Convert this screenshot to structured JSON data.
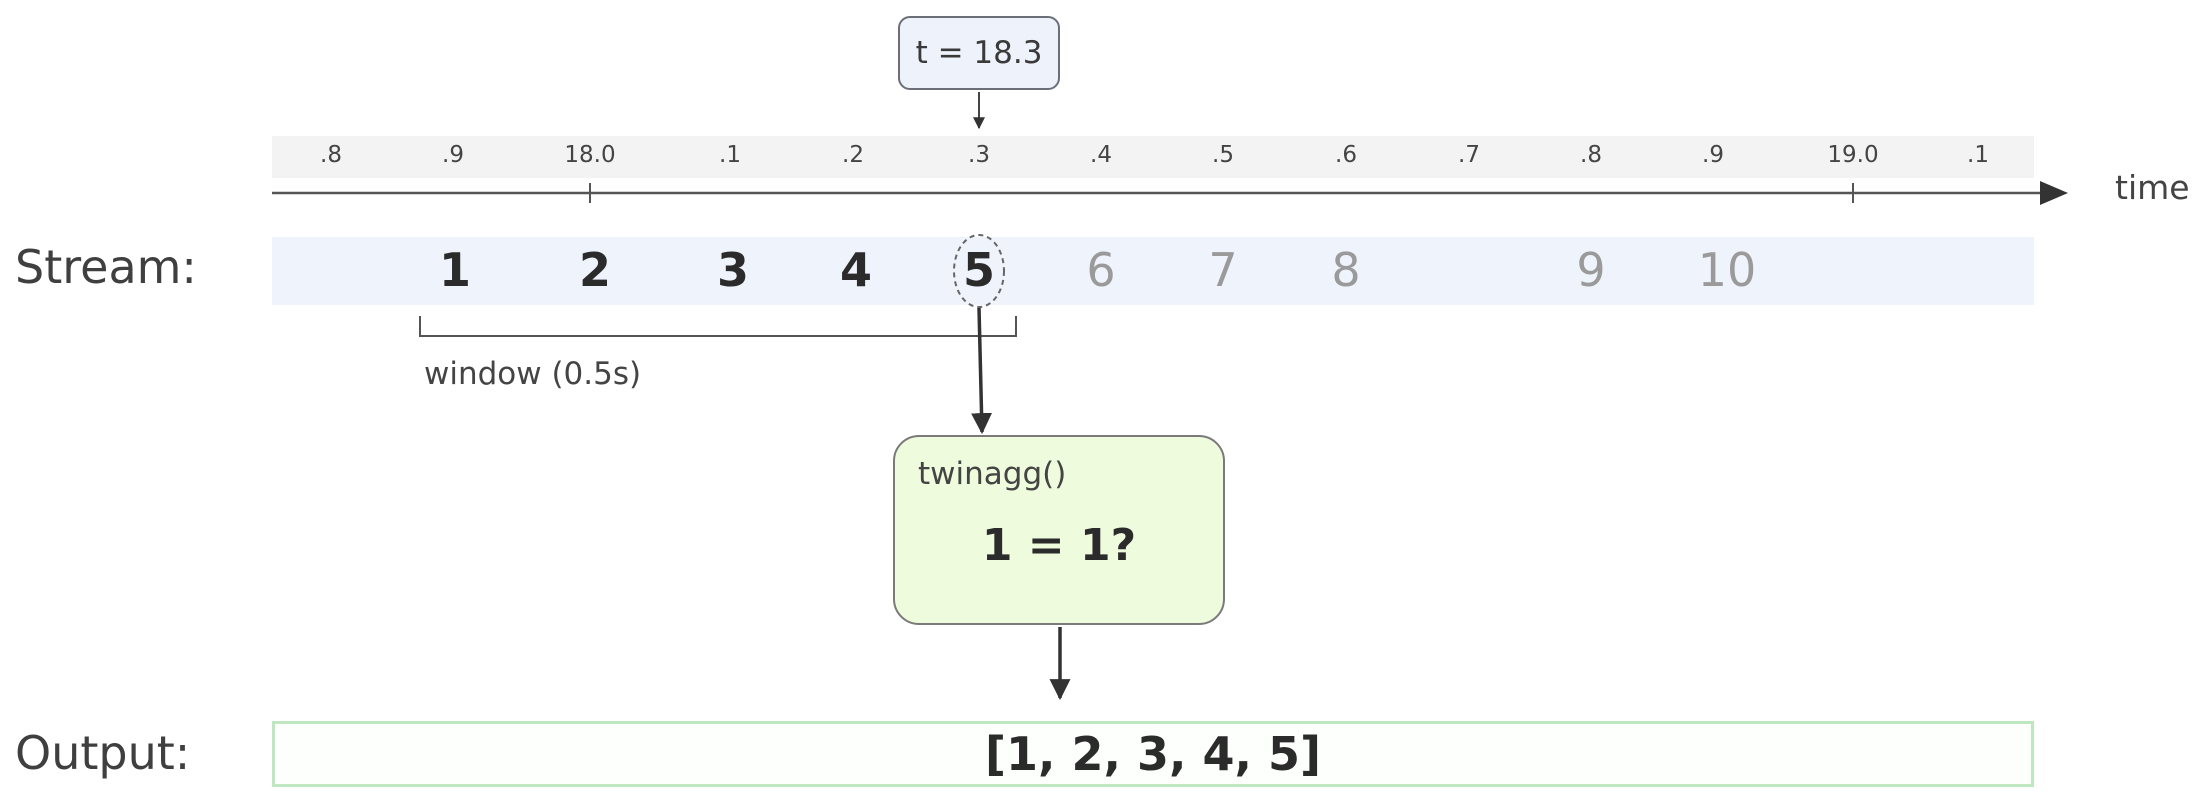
{
  "time_marker": {
    "label": "t = 18.3"
  },
  "axis": {
    "label": "time",
    "ticks": [
      ".8",
      ".9",
      "18.0",
      ".1",
      ".2",
      ".3",
      ".4",
      ".5",
      ".6",
      ".7",
      ".8",
      ".9",
      "19.0",
      ".1"
    ],
    "major_ticks": [
      "18.0",
      "19.0"
    ]
  },
  "stream": {
    "label": "Stream:",
    "items": [
      {
        "value": "1",
        "in_window": true
      },
      {
        "value": "2",
        "in_window": true
      },
      {
        "value": "3",
        "in_window": true
      },
      {
        "value": "4",
        "in_window": true
      },
      {
        "value": "5",
        "in_window": true,
        "current": true
      },
      {
        "value": "6",
        "in_window": false
      },
      {
        "value": "7",
        "in_window": false
      },
      {
        "value": "8",
        "in_window": false
      },
      {
        "value": "9",
        "in_window": false
      },
      {
        "value": "10",
        "in_window": false
      }
    ]
  },
  "window": {
    "label": "window (0.5s)"
  },
  "function": {
    "name": "twinagg()",
    "expression": "1 = 1?"
  },
  "output": {
    "label": "Output:",
    "value": "[1, 2, 3, 4, 5]"
  },
  "colors": {
    "stream_band": "#eef3fc",
    "function_fill": "#eefbdd",
    "output_border": "#bfe7bf",
    "callout_fill": "#eef2fb"
  }
}
